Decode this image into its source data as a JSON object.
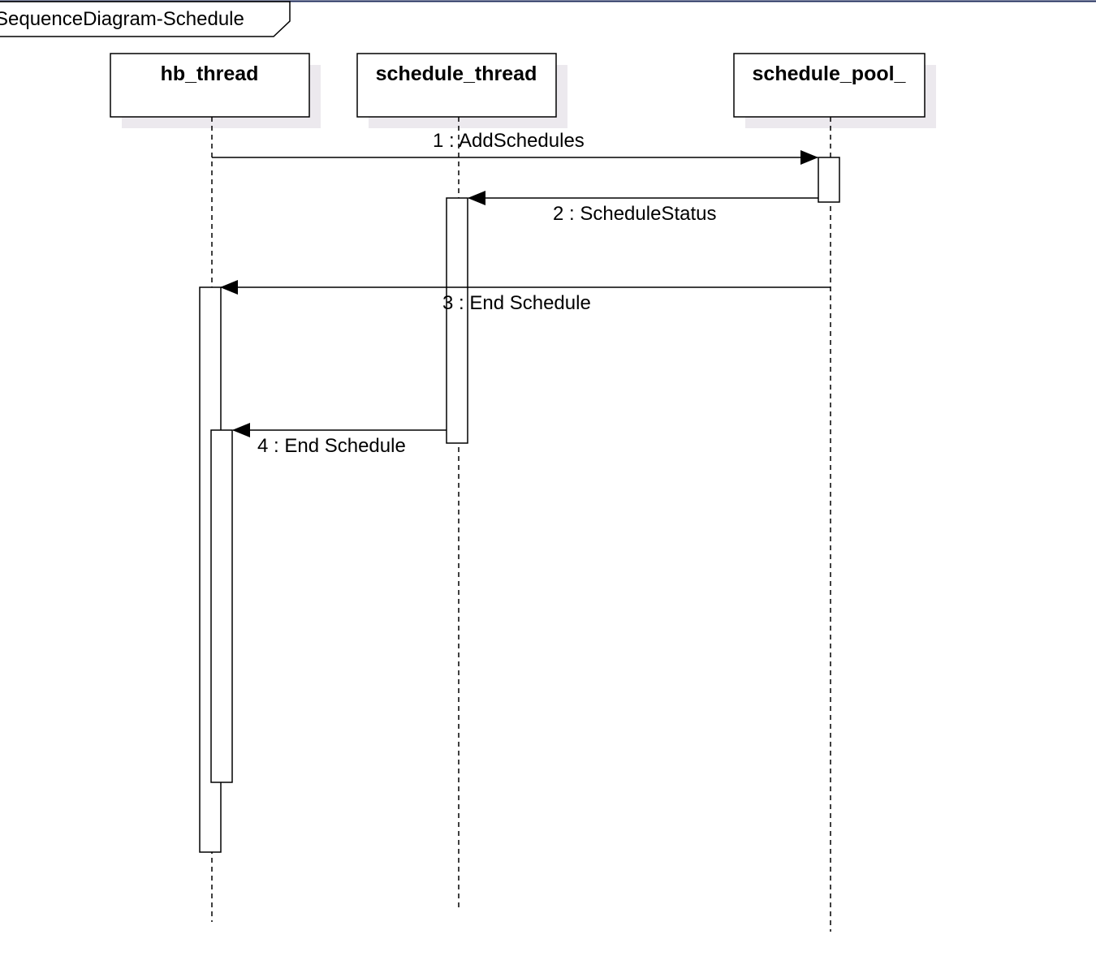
{
  "diagram": {
    "frame_title": "SequenceDiagram-Schedule",
    "colors": {
      "frame_top_line": "#1c2a5a",
      "shadow": "#ece9ee",
      "stroke": "#000000",
      "fill": "#ffffff"
    },
    "lifelines": [
      {
        "id": "hb",
        "name": "hb_thread"
      },
      {
        "id": "st",
        "name": "schedule_thread"
      },
      {
        "id": "sp",
        "name": "schedule_pool_"
      }
    ],
    "messages": [
      {
        "label": "1 : AddSchedules",
        "from": "hb",
        "to": "sp"
      },
      {
        "label": "2 : ScheduleStatus",
        "from": "sp",
        "to": "st"
      },
      {
        "label": "3 : End Schedule",
        "from": "sp",
        "to": "hb"
      },
      {
        "label": "4 : End Schedule",
        "from": "st",
        "to": "hb"
      }
    ]
  }
}
